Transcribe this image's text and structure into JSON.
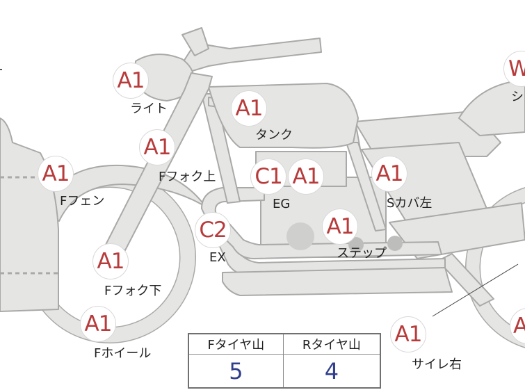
{
  "colors": {
    "part_fill": "#e5e6e4",
    "part_stroke": "#a9aaa8",
    "grade_text": "#b83b3b",
    "value_text": "#2f3f8c"
  },
  "parts": [
    {
      "id": "light",
      "grade": "A1",
      "label": "ライト"
    },
    {
      "id": "tank",
      "grade": "A1",
      "label": "タンク"
    },
    {
      "id": "fork-upper",
      "grade": "A1",
      "label": "Fフォク上"
    },
    {
      "id": "f-fender",
      "grade": "A1",
      "label": "Fフェン"
    },
    {
      "id": "engine",
      "grade": "C1",
      "label": "EG"
    },
    {
      "id": "engine-2",
      "grade": "A1",
      "label": ""
    },
    {
      "id": "s-cover-left",
      "grade": "A1",
      "label": "Sカバ左"
    },
    {
      "id": "exhaust",
      "grade": "C2",
      "label": "EX"
    },
    {
      "id": "step",
      "grade": "A1",
      "label": "ステップ"
    },
    {
      "id": "fork-lower",
      "grade": "A1",
      "label": "Fフォク下"
    },
    {
      "id": "f-wheel",
      "grade": "A1",
      "label": "Fホイール"
    },
    {
      "id": "muffler-right",
      "grade": "A1",
      "label": "サイレ右"
    },
    {
      "id": "seat",
      "grade": "W",
      "label": "シ"
    },
    {
      "id": "r-edge",
      "grade": "A",
      "label": ""
    }
  ],
  "tire_table": {
    "headers": [
      "Fタイヤ山",
      "Rタイヤ山"
    ],
    "values": [
      "5",
      "4"
    ]
  }
}
